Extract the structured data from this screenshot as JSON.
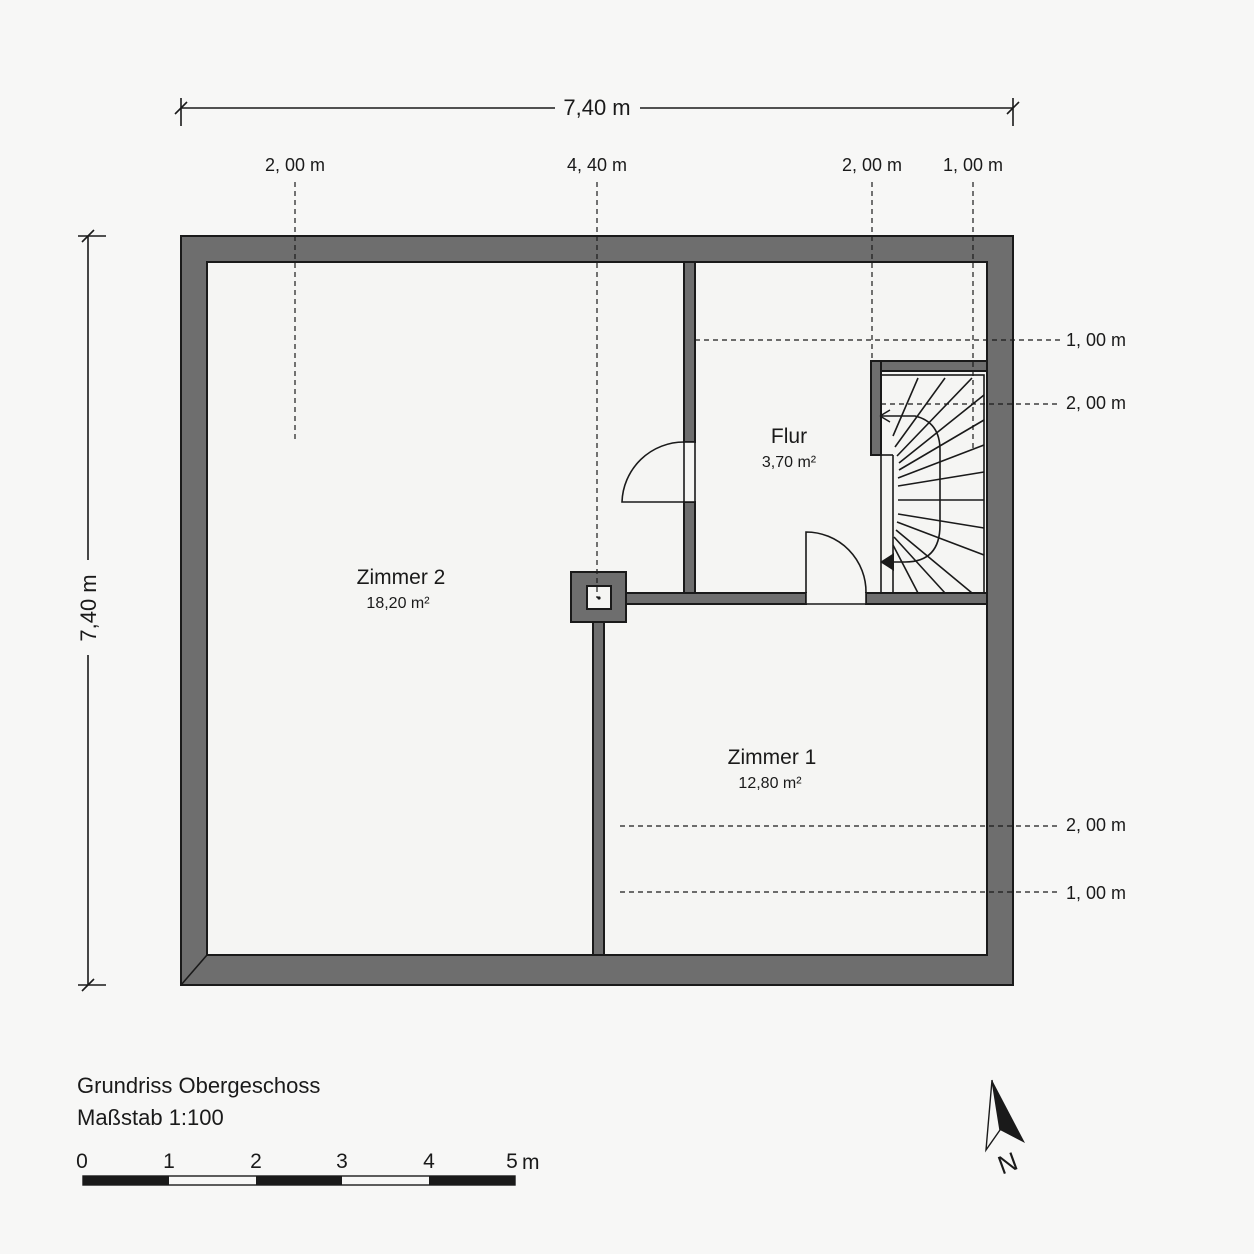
{
  "dimensions": {
    "overall_width": "7,40 m",
    "overall_height": "7,40 m",
    "top_marks": [
      "2, 00 m",
      "4, 40 m",
      "2, 00 m",
      "1, 00 m"
    ],
    "right_marks": [
      "1, 00 m",
      "2, 00 m",
      "2, 00 m",
      "1, 00 m"
    ]
  },
  "rooms": [
    {
      "name": "Zimmer 2",
      "area": "18,20 m²"
    },
    {
      "name": "Flur",
      "area": "3,70 m²"
    },
    {
      "name": "Zimmer 1",
      "area": "12,80 m²"
    }
  ],
  "legend": {
    "title": "Grundriss Obergeschoss",
    "scale": "Maßstab 1:100"
  },
  "scale_bar": {
    "labels": [
      "0",
      "1",
      "2",
      "3",
      "4",
      "5"
    ],
    "unit": "m"
  },
  "north": {
    "label": "N"
  },
  "colors": {
    "wall": "#6e6e6e",
    "floor": "#f5f5f3",
    "line": "#1a1a1a"
  }
}
